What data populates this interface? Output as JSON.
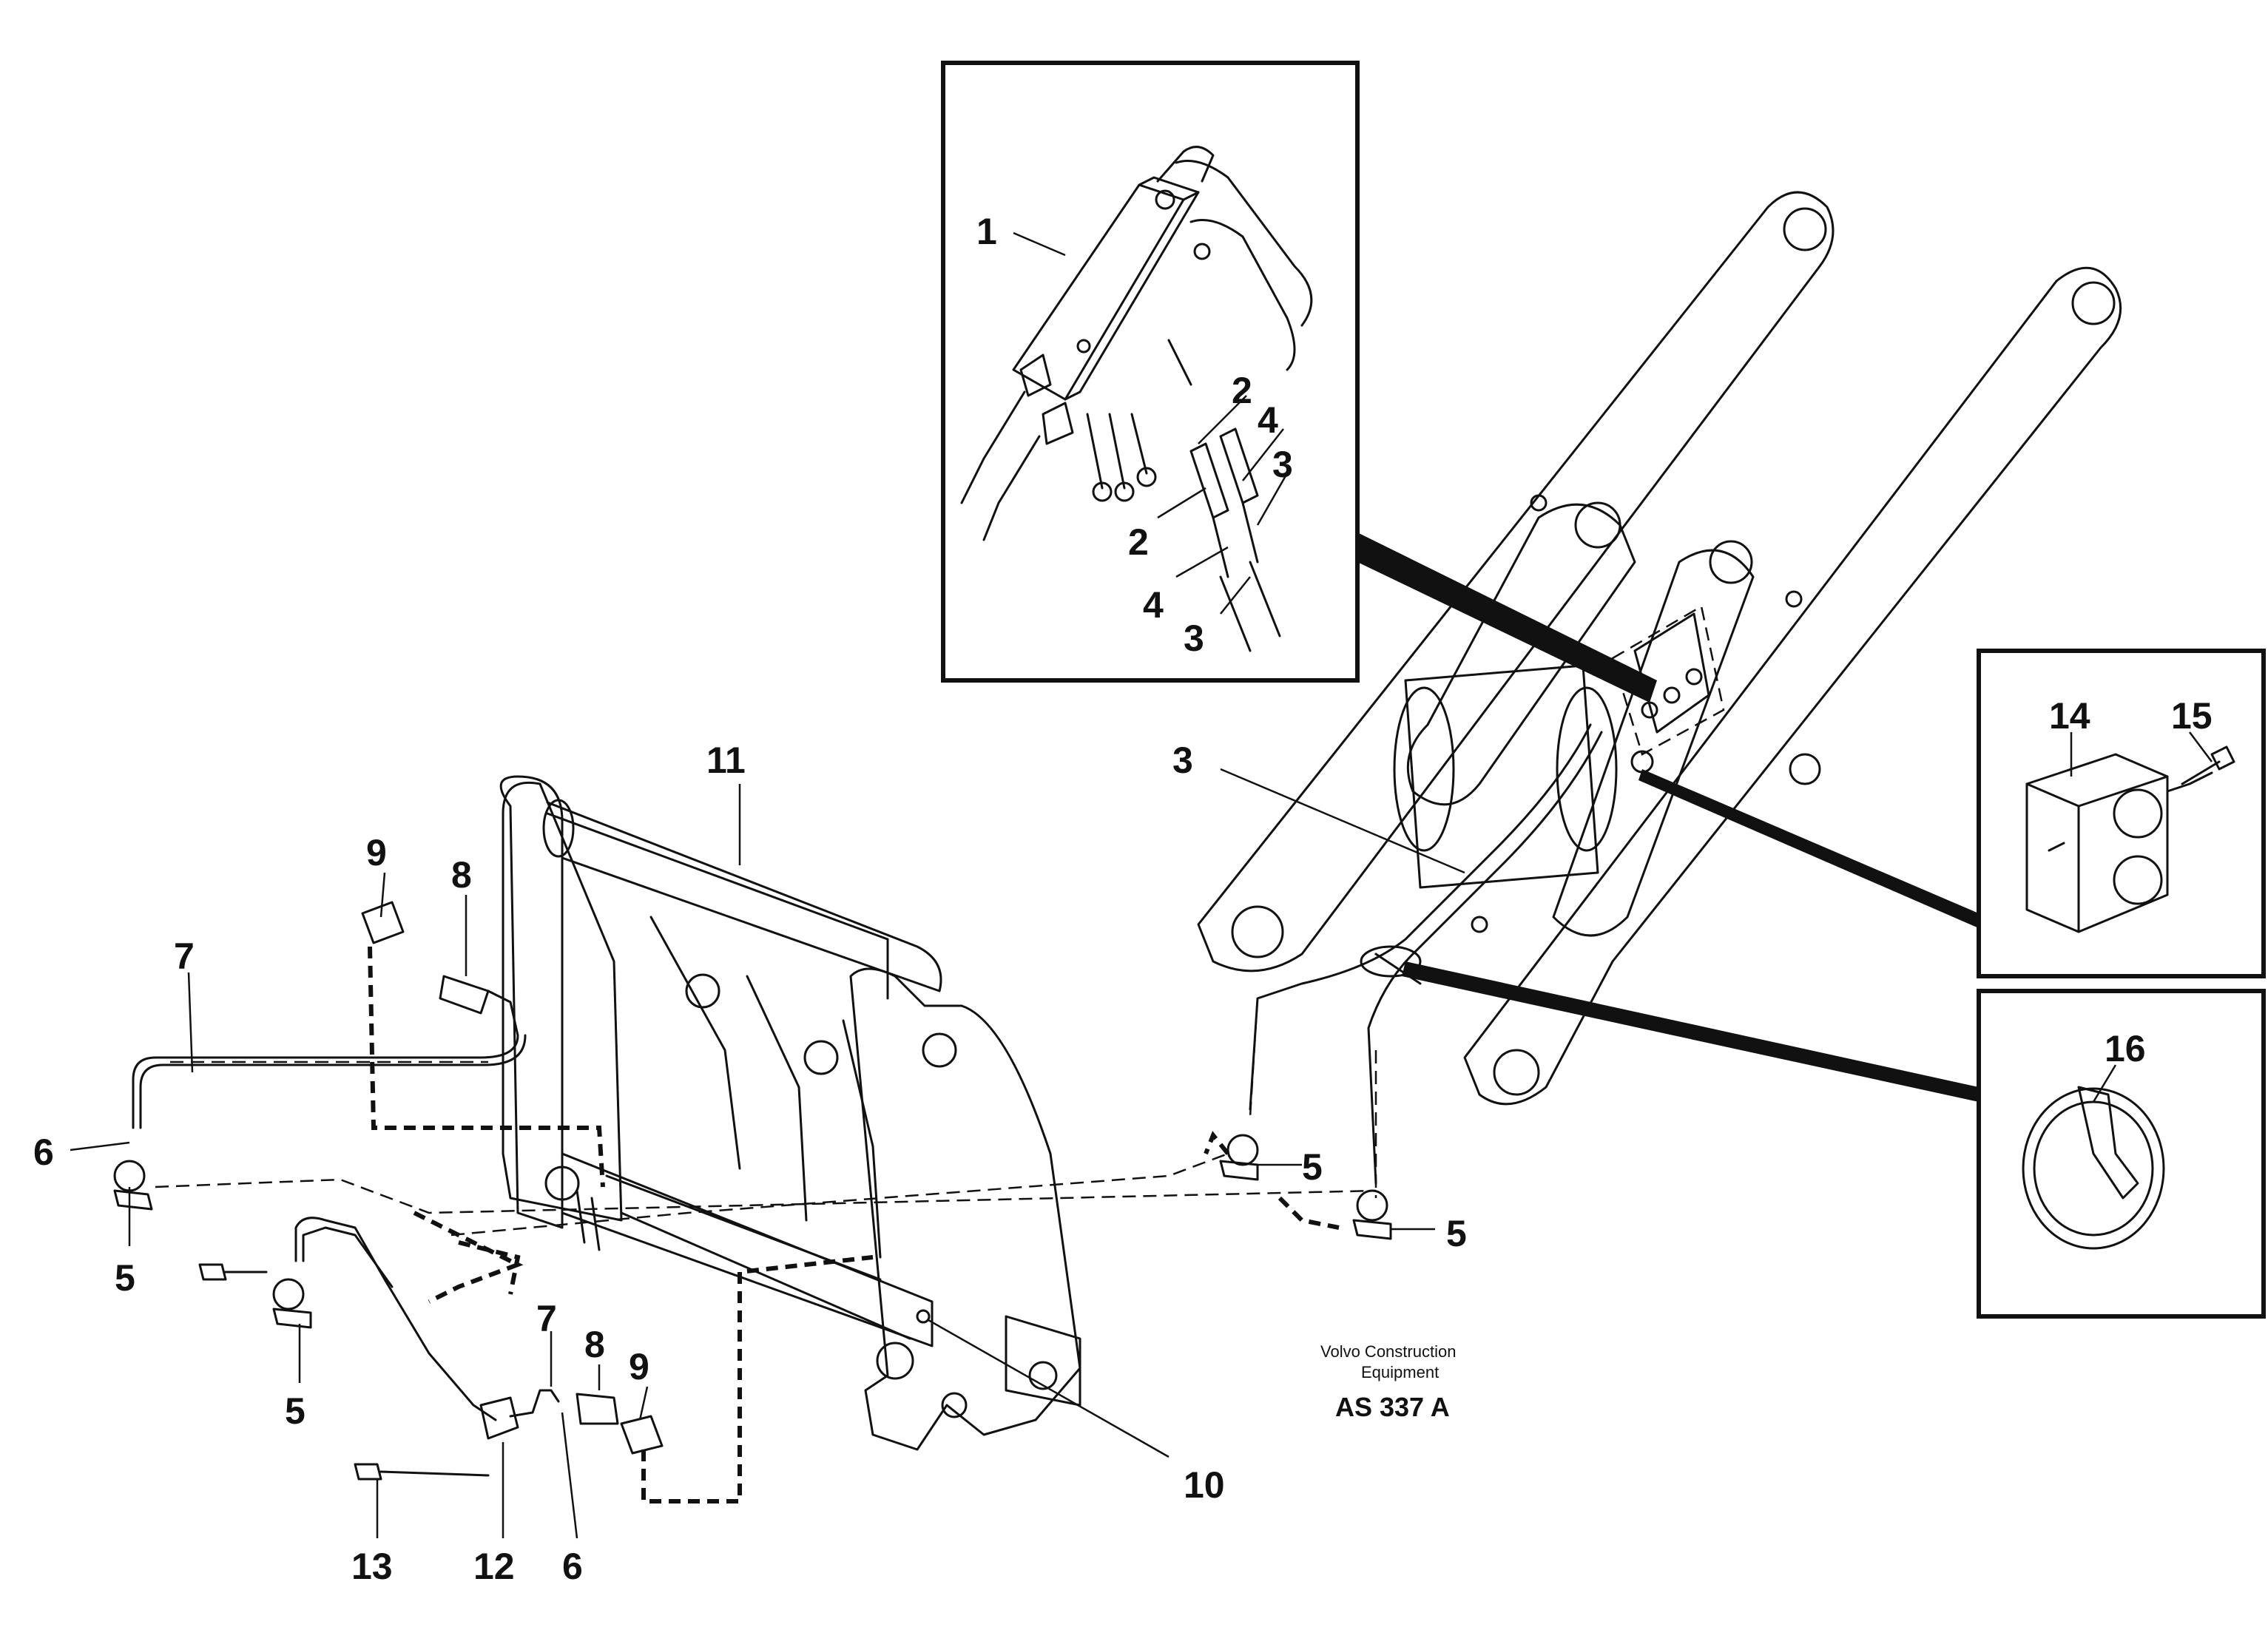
{
  "callouts": {
    "c1": "1",
    "c2a": "2",
    "c2b": "2",
    "c3a": "3",
    "c3b": "3",
    "c3c": "3",
    "c4a": "4",
    "c4b": "4",
    "c5a": "5",
    "c5b": "5",
    "c5c": "5",
    "c5d": "5",
    "c6a": "6",
    "c6b": "6",
    "c7a": "7",
    "c7b": "7",
    "c8a": "8",
    "c8b": "8",
    "c9a": "9",
    "c9b": "9",
    "c10": "10",
    "c11": "11",
    "c12": "12",
    "c13": "13",
    "c14": "14",
    "c15": "15",
    "c16": "16"
  },
  "footer": {
    "credit_line1": "Volvo Construction",
    "credit_line2": "Equipment",
    "drawing_code": "AS 337 A"
  }
}
